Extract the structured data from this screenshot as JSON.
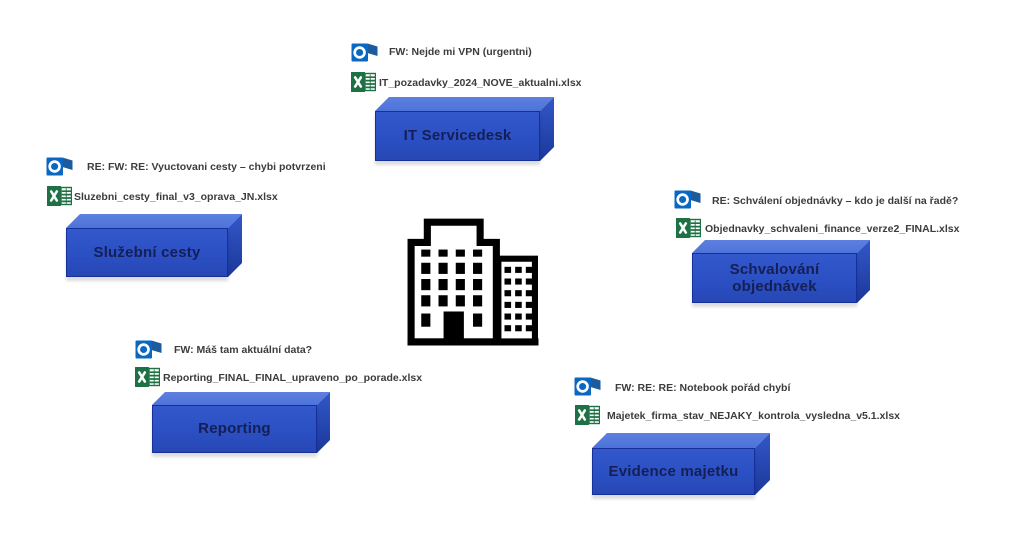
{
  "diagram": {
    "center": {
      "icon": "building-icon"
    },
    "nodes": [
      {
        "id": "it-servicedesk",
        "email_subject": "FW: Nejde mi VPN (urgentni)",
        "attachment": "IT_pozadavky_2024_NOVE_aktualni.xlsx",
        "label": "IT Servicedesk"
      },
      {
        "id": "sluzebni-cesty",
        "email_subject": "RE: FW: RE: Vyuctovani cesty – chybi potvrzeni",
        "attachment": "Sluzebni_cesty_final_v3_oprava_JN.xlsx",
        "label": "Služební cesty"
      },
      {
        "id": "schvalovani-objednavek",
        "email_subject": "RE: Schválení objednávky – kdo je další na řadě?",
        "attachment": "Objednavky_schvaleni_finance_verze2_FINAL.xlsx",
        "label": "Schvalování objednávek"
      },
      {
        "id": "reporting",
        "email_subject": "FW: Máš tam aktuální data?",
        "attachment": "Reporting_FINAL_FINAL_upraveno_po_porade.xlsx",
        "label": "Reporting"
      },
      {
        "id": "evidence-majetku",
        "email_subject": "FW: RE: RE: Notebook pořád chybí",
        "attachment": "Majetek_firma_stav_NEJAKY_kontrola_vysledna_v5.1.xlsx",
        "label": "Evidence majetku"
      }
    ],
    "colors": {
      "box_front": "#2b50c4",
      "box_top": "#4e73d8",
      "box_side": "#2242a8",
      "box_label": "#151f55",
      "text": "#3c3c3c",
      "outlook_blue": "#0a68c3",
      "excel_green": "#1e7145",
      "building": "#000000"
    }
  }
}
